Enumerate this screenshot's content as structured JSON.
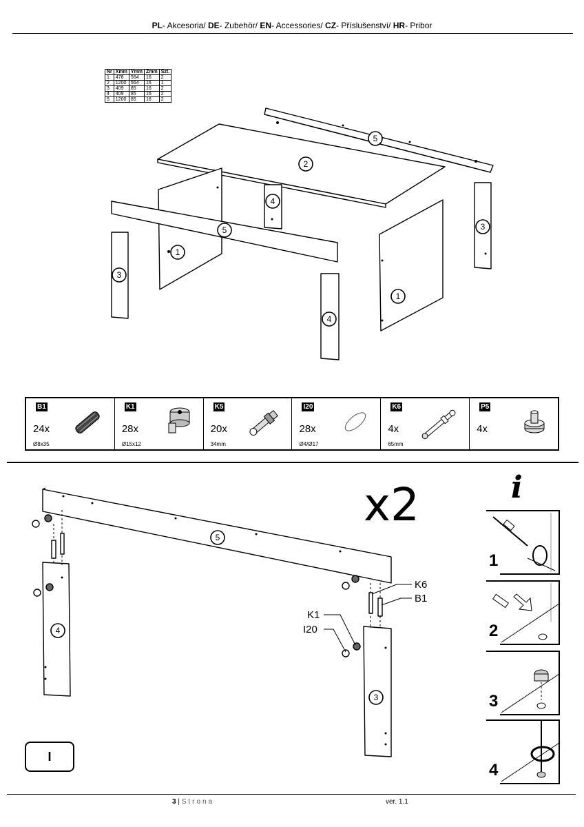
{
  "header": {
    "segments": [
      {
        "code": "PL",
        "label": "- Akcesoria/ "
      },
      {
        "code": "DE",
        "label": "- Zubehör/ "
      },
      {
        "code": "EN",
        "label": "- Accessories/ "
      },
      {
        "code": "CZ",
        "label": "- Příslušenství/ "
      },
      {
        "code": "HR",
        "label": "- Pribor"
      }
    ]
  },
  "parts_table": {
    "columns": [
      "Nr",
      "Xmm",
      "Ymm",
      "Zmm",
      "Szt."
    ],
    "rows": [
      [
        "1",
        "478",
        "564",
        "16",
        "2"
      ],
      [
        "2",
        "1200",
        "564",
        "16",
        "1"
      ],
      [
        "3",
        "409",
        "85",
        "16",
        "2"
      ],
      [
        "4",
        "409",
        "85",
        "16",
        "2"
      ],
      [
        "5",
        "1200",
        "85",
        "16",
        "2"
      ]
    ]
  },
  "exploded_labels": {
    "p1": "1",
    "p2": "2",
    "p3": "3",
    "p4": "4",
    "p5": "5"
  },
  "hardware": [
    {
      "code": "B1",
      "qty": "24x",
      "dim": "Ø8x35",
      "icon": "dowel-icon"
    },
    {
      "code": "K1",
      "qty": "28x",
      "dim": "Ø15x12",
      "icon": "cam-lock-icon"
    },
    {
      "code": "K5",
      "qty": "20x",
      "dim": "34mm",
      "icon": "connector-bolt-icon"
    },
    {
      "code": "I20",
      "qty": "28x",
      "dim": "Ø4/Ø17",
      "icon": "cover-cap-icon"
    },
    {
      "code": "K6",
      "qty": "4x",
      "dim": "65mm",
      "icon": "cam-pin-icon"
    },
    {
      "code": "P5",
      "qty": "4x",
      "dim": "",
      "icon": "foot-glide-icon"
    }
  ],
  "step": {
    "label": "I",
    "multiplier": "x2",
    "info_symbol": "i",
    "parts": {
      "rail": "5",
      "left_leg": "4",
      "right_leg": "3"
    },
    "callouts": {
      "k6": "K6",
      "b1": "B1",
      "k1": "K1",
      "i20": "I20"
    }
  },
  "tips": [
    "1",
    "2",
    "3",
    "4"
  ],
  "footer": {
    "page_num": "3",
    "page_sep": " | ",
    "page_word": "Strona",
    "version": "ver. 1.1"
  }
}
